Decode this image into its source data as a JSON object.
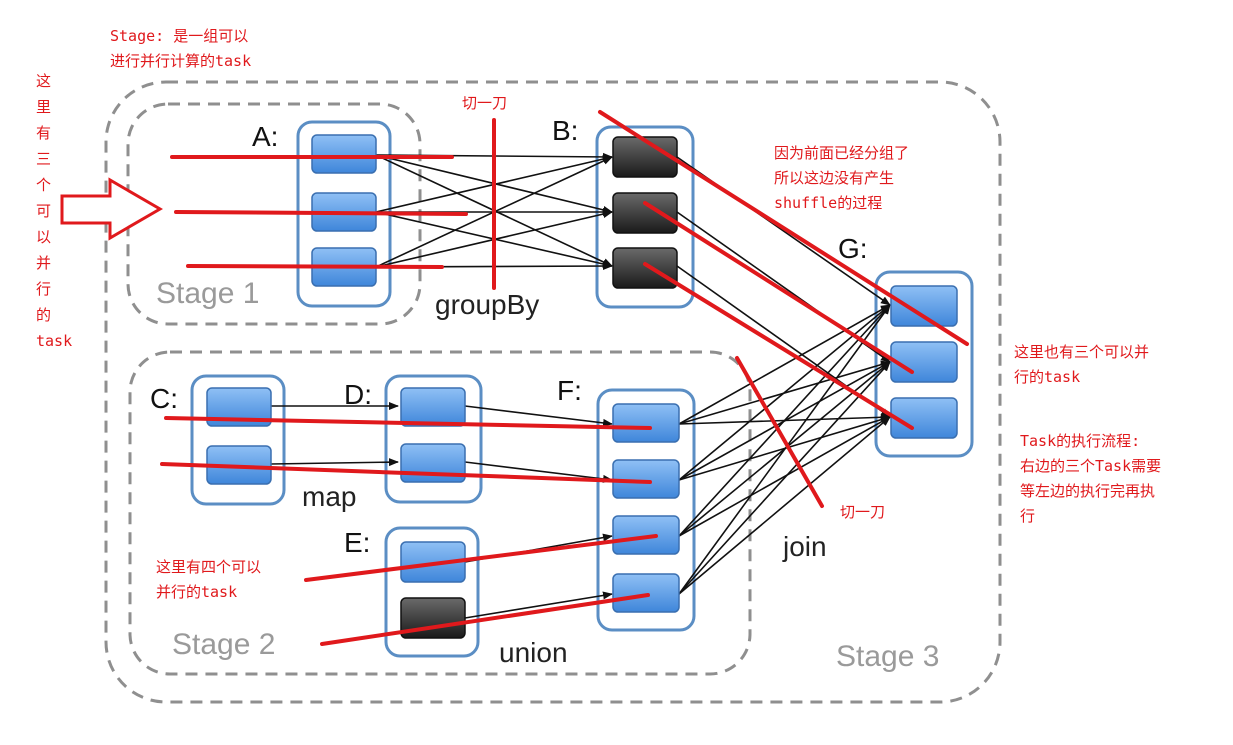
{
  "stages": {
    "stage1": "Stage 1",
    "stage2": "Stage 2",
    "stage3": "Stage 3"
  },
  "rdds": {
    "a": "A:",
    "b": "B:",
    "c": "C:",
    "d": "D:",
    "e": "E:",
    "f": "F:",
    "g": "G:"
  },
  "operations": {
    "groupBy": "groupBy",
    "map": "map",
    "union": "union",
    "join": "join"
  },
  "annotations": {
    "stage_def_line1": "Stage: 是一组可以",
    "stage_def_line2": "进行并行计算的task",
    "left_vertical": [
      "这",
      "里",
      "有",
      "三",
      "个",
      "可",
      "以",
      "并",
      "行",
      "的",
      "task"
    ],
    "cut1": "切一刀",
    "cut2": "切一刀",
    "no_shuffle_line1": "因为前面已经分组了",
    "no_shuffle_line2": "所以这边没有产生",
    "no_shuffle_line3": "shuffle的过程",
    "right_three_line1": "这里也有三个可以并",
    "right_three_line2": "行的task",
    "flow_line1": "Task的执行流程:",
    "flow_line2": "右边的三个Task需要",
    "flow_line3": "等左边的执行完再执",
    "flow_line4": "行",
    "four_line1": "这里有四个可以",
    "four_line2": "并行的task"
  },
  "colors": {
    "partition_blue": "#5b9be3",
    "partition_dark": "#3a3a3a",
    "annotation_red": "#e0191c",
    "stage_border": "#8f8f8f"
  }
}
